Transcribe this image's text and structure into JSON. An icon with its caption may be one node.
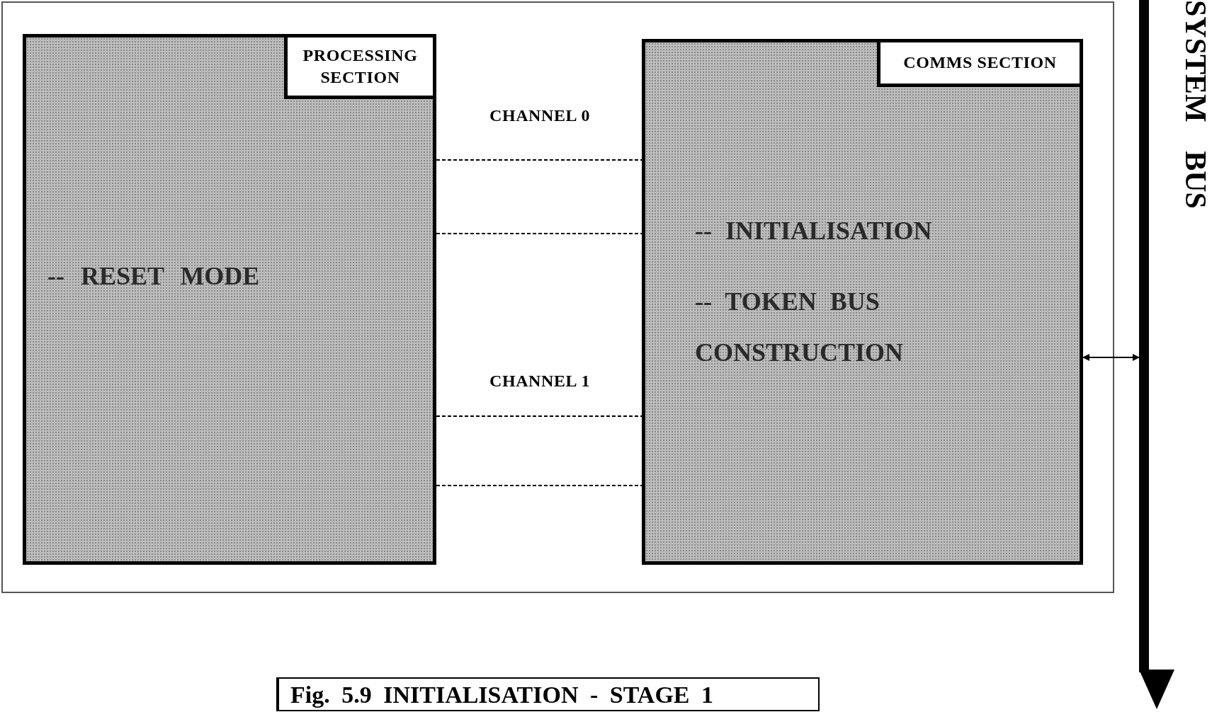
{
  "diagram": {
    "caption": "Fig. 5.9 INITIALISATION - STAGE 1",
    "nodes": [
      {
        "text": [],
        "shape": "box"
      },
      {
        "text": [
          "-- RESET MODE"
        ],
        "in": 0
      },
      {
        "text": [
          "PROCESSING SECTION"
        ],
        "in": 1
      },
      {
        "text": [
          "-- INITIALISATION",
          "-- TOKEN BUS CONSTRUCTION"
        ],
        "in": 0
      },
      {
        "text": [
          "COMMS SECTION"
        ],
        "in": 3
      },
      {
        "text": [
          "SYSTEM BUS"
        ]
      }
    ],
    "edges": [
      {
        "from": 1,
        "to": 3,
        "arrow": "none",
        "style": "dashed"
      },
      {
        "from": 1,
        "to": 3,
        "arrow": "none",
        "style": "dashed"
      },
      {
        "from": 1,
        "to": 3,
        "arrow": "none",
        "style": "dashed"
      },
      {
        "from": 1,
        "to": 3,
        "arrow": "none",
        "style": "dashed"
      },
      {
        "from": 3,
        "to": 5,
        "arrow": "both"
      }
    ],
    "labels": [
      "CHANNEL 0",
      "CHANNEL 1"
    ]
  }
}
